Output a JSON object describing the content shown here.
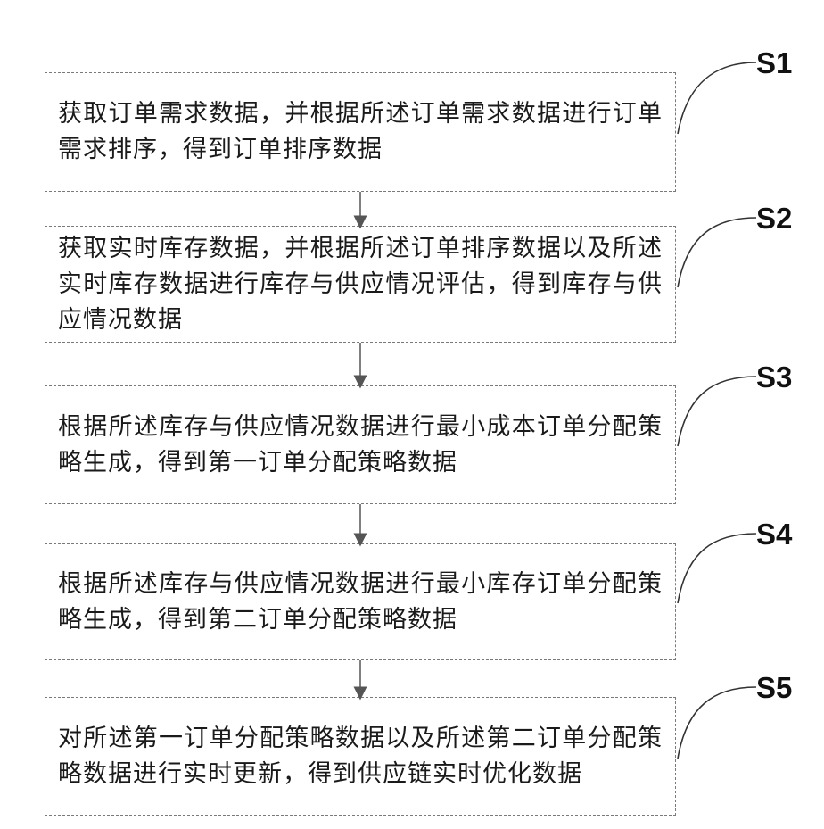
{
  "steps": [
    {
      "id": "S1",
      "text": "获取订单需求数据，并根据所述订单需求数据进行订单需求排序，得到订单排序数据"
    },
    {
      "id": "S2",
      "text": "获取实时库存数据，并根据所述订单排序数据以及所述实时库存数据进行库存与供应情况评估，得到库存与供应情况数据"
    },
    {
      "id": "S3",
      "text": "根据所述库存与供应情况数据进行最小成本订单分配策略生成，得到第一订单分配策略数据"
    },
    {
      "id": "S4",
      "text": "根据所述库存与供应情况数据进行最小库存订单分配策略生成，得到第二订单分配策略数据"
    },
    {
      "id": "S5",
      "text": "对所述第一订单分配策略数据以及所述第二订单分配策略数据进行实时更新，得到供应链实时优化数据"
    }
  ],
  "colors": {
    "box_border": "#7a7a7a",
    "arrow": "#555555",
    "text": "#1a1a1a"
  }
}
